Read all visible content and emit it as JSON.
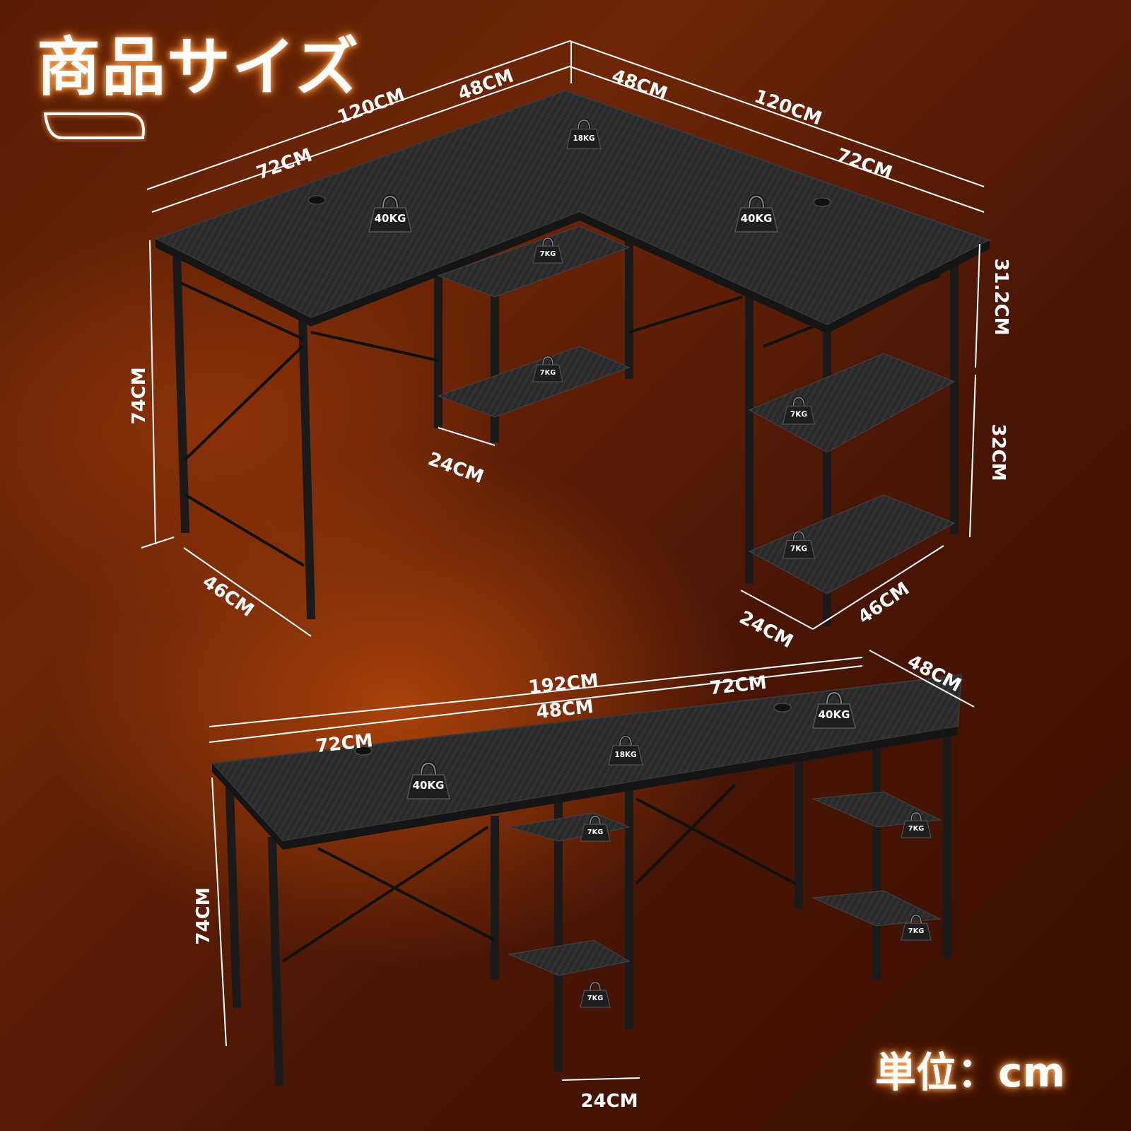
{
  "header": {
    "title": "商品サイズ"
  },
  "footer": {
    "unit_label": "単位：cm"
  },
  "l_shape": {
    "dims": {
      "left_total": "120CM",
      "left_outer": "72CM",
      "left_corner": "48CM",
      "right_corner": "48CM",
      "right_total": "120CM",
      "right_outer": "72CM",
      "height": "74CM",
      "depth_left": "46CM",
      "shelf_width_left": "24CM",
      "shelf_upper": "31.2CM",
      "shelf_lower": "32CM",
      "shelf_width_right": "24CM",
      "depth_right": "46CM"
    },
    "weights": {
      "corner": "18KG",
      "left_top": "40KG",
      "right_top": "40KG",
      "left_shelf_upper": "7KG",
      "left_shelf_lower": "7KG",
      "right_shelf_upper": "7KG",
      "right_shelf_lower": "7KG"
    }
  },
  "straight": {
    "dims": {
      "total": "192CM",
      "left": "72CM",
      "middle": "48CM",
      "right": "72CM",
      "depth": "48CM",
      "height": "74CM",
      "shelf_width": "24CM"
    },
    "weights": {
      "left_top": "40KG",
      "middle_top": "18KG",
      "right_top": "40KG",
      "mid_shelf_upper": "7KG",
      "mid_shelf_lower": "7KG",
      "right_shelf_upper": "7KG",
      "right_shelf_lower": "7KG"
    }
  }
}
